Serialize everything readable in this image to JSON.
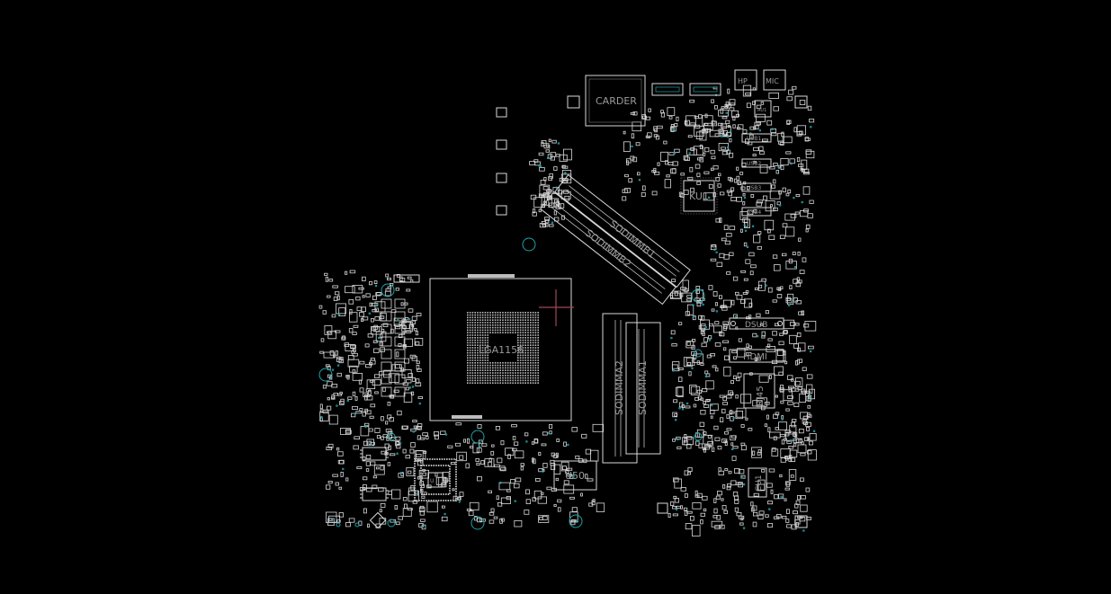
{
  "board": {
    "background": "#000000",
    "outline_color": "#d8d8d8",
    "label_color": "#9a9a9a",
    "via_color": "#1fa3a8",
    "marker_color": "#a04858"
  },
  "labels": {
    "carder": "CARDER",
    "hp": "HP",
    "mic": "MIC",
    "ku1": "KU1",
    "sodimm_b1": "SODIMMB1",
    "sodimm_b2": "SODIMMB2",
    "sodimm_a1": "SODIMMA1",
    "sodimm_a2": "SODIMMA2",
    "lga": "LGA1156",
    "dsub": "DSUB",
    "hdmi": "HDMI",
    "rj45": "RJ45",
    "u50": "U50",
    "cu1": "CU1",
    "u_small": "U",
    "au1": "AU1",
    "usb1": "USB1",
    "usb2": "USB2",
    "usb3": "USB3",
    "usb4": "USB4"
  }
}
